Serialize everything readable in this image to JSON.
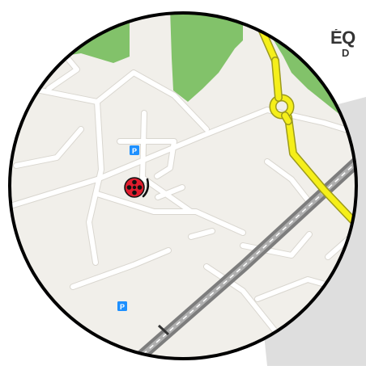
{
  "heading": {
    "title_fragment": "ÉQ",
    "subtitle_fragment": "D"
  },
  "map": {
    "style": "circular-lens",
    "colors": {
      "land": "#f1efea",
      "park": "#82c26a",
      "road": "#ffffff",
      "road_casing": "#d9d6cf",
      "highway": "#f5ef1a",
      "highway_casing": "#9c9a1d",
      "railway": "#8a8a8a",
      "lens_border": "#000000",
      "shadow": "#dcdcdc"
    },
    "parking_label": "P",
    "markers": [
      {
        "name": "cinema-marker",
        "icon": "film-reel-icon",
        "color": "#e11d2e"
      },
      {
        "name": "parking-marker-north",
        "icon": "parking-icon",
        "label": "P",
        "color": "#1e90ff"
      },
      {
        "name": "parking-marker-south",
        "icon": "parking-icon",
        "label": "P",
        "color": "#1e90ff"
      }
    ]
  }
}
